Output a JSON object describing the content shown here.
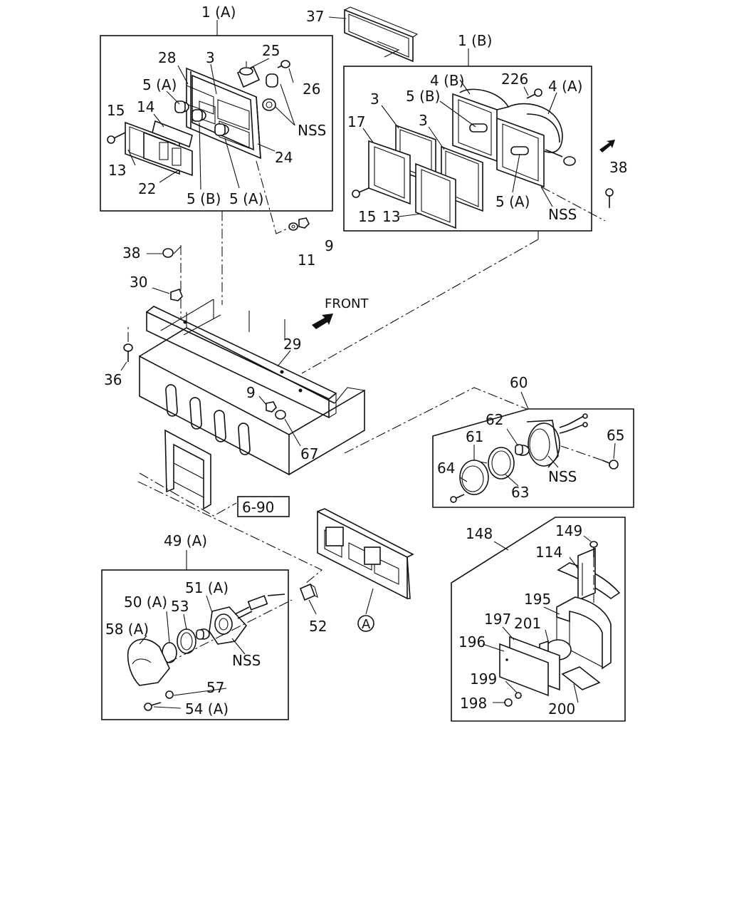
{
  "callouts": {
    "grp_1a": "1 (A)",
    "grp_1b": "1 (B)",
    "p37": "37",
    "p28": "28",
    "p3a": "3",
    "p25": "25",
    "p26": "26",
    "p5a_1": "5 (A)",
    "p15a": "15",
    "p14": "14",
    "p13a": "13",
    "p22": "22",
    "p5b_1": "5 (B)",
    "p5a_2": "5 (A)",
    "p24": "24",
    "nss_1": "NSS",
    "p11": "11",
    "p9a": "9",
    "p3b": "3",
    "p3c": "3",
    "p4b": "4 (B)",
    "p226": "226",
    "p4a": "4 (A)",
    "p5b_2": "5 (B)",
    "p17": "17",
    "p15b": "15",
    "p13b": "13",
    "p5a_3": "5 (A)",
    "nss_2": "NSS",
    "p38a": "38",
    "p38b": "38",
    "p30": "30",
    "front": "FRONT",
    "p29": "29",
    "p36": "36",
    "p9b": "9",
    "p67": "67",
    "ref690": "6-90",
    "p60": "60",
    "p62": "62",
    "p61": "61",
    "p65": "65",
    "p64": "64",
    "p63": "63",
    "nss_3": "NSS",
    "p49a": "49 (A)",
    "p51a": "51 (A)",
    "p50a": "50 (A)",
    "p53": "53",
    "p58a": "58 (A)",
    "p52": "52",
    "nss_4": "NSS",
    "p57": "57",
    "p54a": "54 (A)",
    "circleA": "A",
    "p148": "148",
    "p149": "149",
    "p114": "114",
    "p195": "195",
    "p197": "197",
    "p201": "201",
    "p196": "196",
    "p199": "199",
    "p198": "198",
    "p200": "200"
  }
}
